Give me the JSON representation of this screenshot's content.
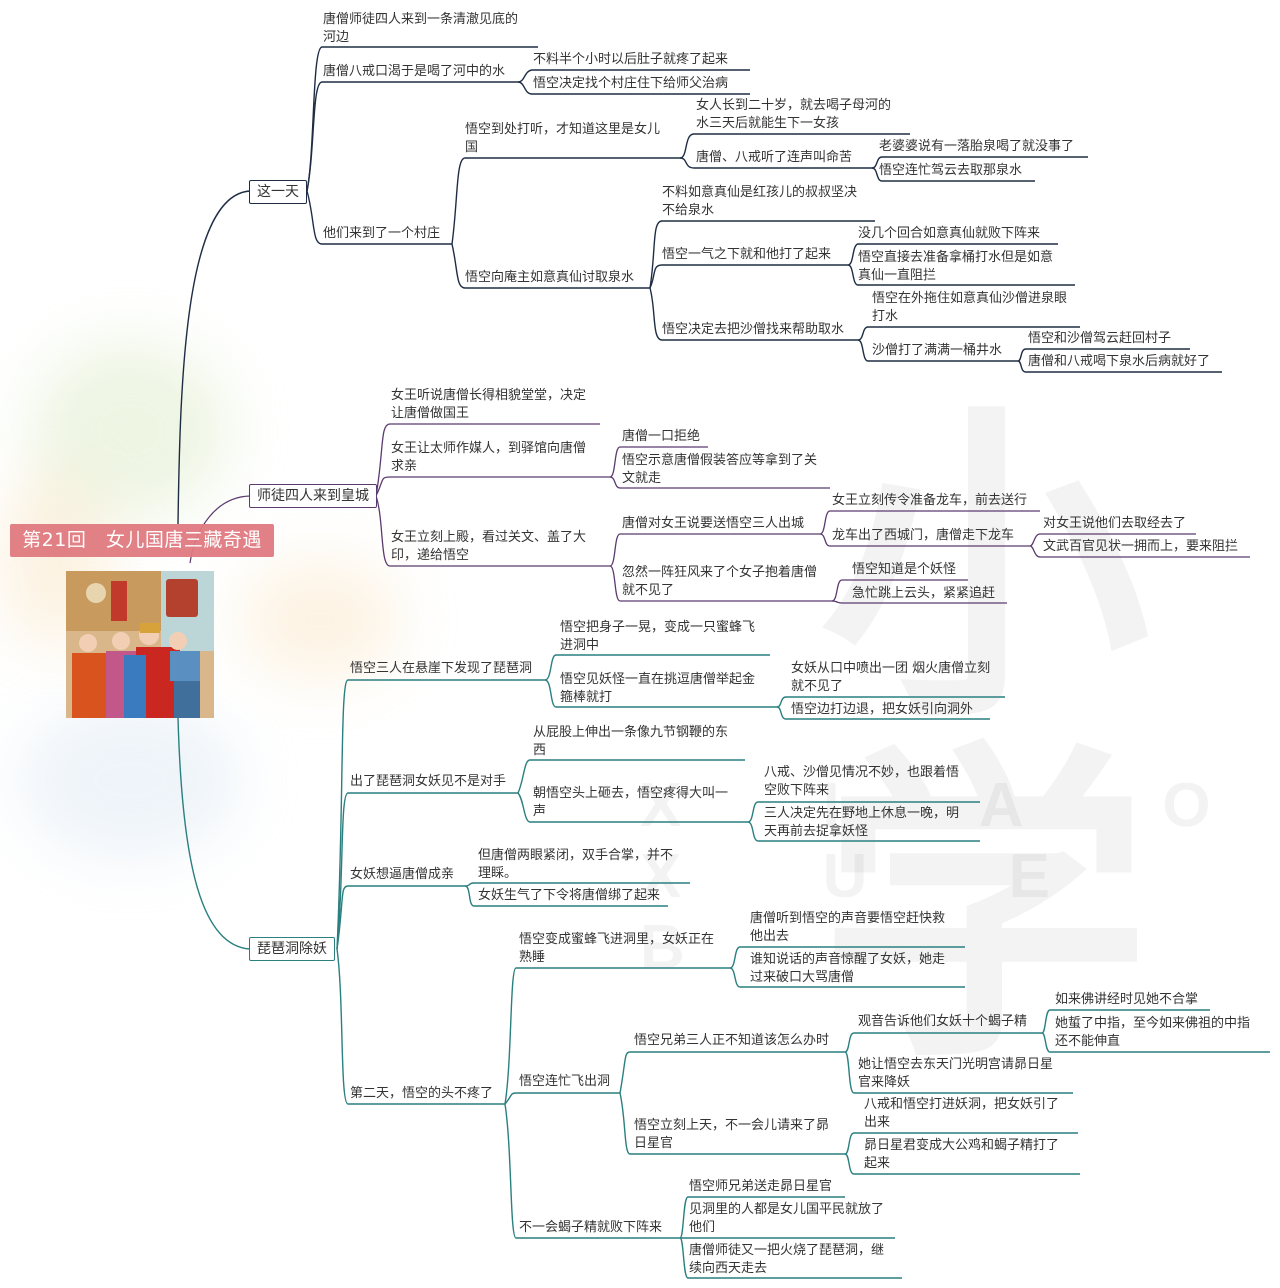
{
  "title": "第21回　女儿国唐三藏奇遇",
  "image": {
    "alt": "女儿国插图"
  },
  "colors": {
    "root_bg": "#e07a80",
    "branch1": "#1f2d44",
    "branch2": "#5b3a6e",
    "branch3": "#2a7f7f"
  },
  "watermark": {
    "text": "小学",
    "subtext": "X I A O X U E B"
  },
  "branches": [
    {
      "label": "这一天",
      "children": [
        {
          "text": "唐僧师徒四人来到一条清澈见底的\n河边"
        },
        {
          "text": "唐僧八戒口渴于是喝了河中的水",
          "children": [
            {
              "text": "不料半个小时以后肚子就疼了起来"
            },
            {
              "text": "悟空决定找个村庄住下给师父治病"
            }
          ]
        },
        {
          "text": "他们来到了一个村庄",
          "children": [
            {
              "text": "悟空到处打听，才知道这里是女儿\n国",
              "children": [
                {
                  "text": "女人长到二十岁，就去喝子母河的\n水三天后就能生下一女孩"
                },
                {
                  "text": "唐僧、八戒听了连声叫命苦",
                  "children": [
                    {
                      "text": "老婆婆说有一落胎泉喝了就没事了"
                    },
                    {
                      "text": "悟空连忙驾云去取那泉水"
                    }
                  ]
                }
              ]
            },
            {
              "text": "悟空向庵主如意真仙讨取泉水",
              "children": [
                {
                  "text": "不料如意真仙是红孩儿的叔叔坚决\n不给泉水"
                },
                {
                  "text": "悟空一气之下就和他打了起来",
                  "children": [
                    {
                      "text": "没几个回合如意真仙就败下阵来"
                    },
                    {
                      "text": "悟空直接去准备拿桶打水但是如意\n真仙一直阻拦"
                    }
                  ]
                },
                {
                  "text": "悟空决定去把沙僧找来帮助取水",
                  "children": [
                    {
                      "text": "悟空在外拖住如意真仙沙僧进泉眼\n打水"
                    },
                    {
                      "text": "沙僧打了满满一桶井水",
                      "children": [
                        {
                          "text": "悟空和沙僧驾云赶回村子"
                        },
                        {
                          "text": "唐僧和八戒喝下泉水后病就好了"
                        }
                      ]
                    }
                  ]
                }
              ]
            }
          ]
        }
      ]
    },
    {
      "label": "师徒四人来到皇城",
      "children": [
        {
          "text": "女王听说唐僧长得相貌堂堂，决定\n让唐僧做国王"
        },
        {
          "text": "女王让太师作媒人，到驿馆向唐僧\n求亲",
          "children": [
            {
              "text": "唐僧一口拒绝"
            },
            {
              "text": "悟空示意唐僧假装答应等拿到了关\n文就走"
            }
          ]
        },
        {
          "text": "女王立刻上殿，看过关文、盖了大\n印，递给悟空",
          "children": [
            {
              "text": "唐僧对女王说要送悟空三人出城",
              "children": [
                {
                  "text": "女王立刻传令准备龙车，前去送行"
                },
                {
                  "text": "龙车出了西城门，唐僧走下龙车",
                  "children": [
                    {
                      "text": "对女王说他们去取经去了"
                    },
                    {
                      "text": "文武百官见状一拥而上，要来阻拦"
                    }
                  ]
                }
              ]
            },
            {
              "text": "忽然一阵狂风来了个女子抱着唐僧\n就不见了",
              "children": [
                {
                  "text": "悟空知道是个妖怪"
                },
                {
                  "text": "急忙跳上云头，紧紧追赶"
                }
              ]
            }
          ]
        }
      ]
    },
    {
      "label": "琵琶洞除妖",
      "children": [
        {
          "text": "悟空三人在悬崖下发现了琵琶洞",
          "children": [
            {
              "text": "悟空把身子一晃，变成一只蜜蜂飞\n进洞中"
            },
            {
              "text": "悟空见妖怪一直在挑逗唐僧举起金\n箍棒就打",
              "children": [
                {
                  "text": "女妖从口中喷出一团 烟火唐僧立刻\n就不见了"
                },
                {
                  "text": "悟空边打边退，把女妖引向洞外"
                }
              ]
            }
          ]
        },
        {
          "text": "出了琵琶洞女妖见不是对手",
          "children": [
            {
              "text": "从屁股上伸出一条像九节钢鞭的东\n西"
            },
            {
              "text": "朝悟空头上砸去，悟空疼得大叫一\n声",
              "children": [
                {
                  "text": "八戒、沙僧见情况不妙，也跟着悟\n空败下阵来"
                },
                {
                  "text": "三人决定先在野地上休息一晚，明\n天再前去捉拿妖怪"
                }
              ]
            }
          ]
        },
        {
          "text": "女妖想逼唐僧成亲",
          "children": [
            {
              "text": "但唐僧两眼紧闭，双手合掌，并不\n理睬。"
            },
            {
              "text": "女妖生气了下令将唐僧绑了起来"
            }
          ]
        },
        {
          "text": "第二天，悟空的头不疼了",
          "children": [
            {
              "text": "悟空变成蜜蜂飞进洞里，女妖正在\n熟睡",
              "children": [
                {
                  "text": "唐僧听到悟空的声音要悟空赶快救\n他出去"
                },
                {
                  "text": "谁知说话的声音惊醒了女妖，她走\n过来破口大骂唐僧"
                }
              ]
            },
            {
              "text": "悟空连忙飞出洞",
              "children": [
                {
                  "text": "悟空兄弟三人正不知道该怎么办时",
                  "children": [
                    {
                      "text": "观音告诉他们女妖十个蝎子精",
                      "children": [
                        {
                          "text": "如来佛讲经时见她不合掌"
                        },
                        {
                          "text": "她蜇了中指，至今如来佛祖的中指\n还不能伸直"
                        }
                      ]
                    },
                    {
                      "text": "她让悟空去东天门光明宫请昴日星\n官来降妖"
                    }
                  ]
                },
                {
                  "text": "悟空立刻上天，不一会儿请来了昴\n日星官",
                  "children": [
                    {
                      "text": "八戒和悟空打进妖洞，把女妖引了\n出来"
                    },
                    {
                      "text": "昴日星君变成大公鸡和蝎子精打了\n起来"
                    }
                  ]
                }
              ]
            },
            {
              "text": "不一会蝎子精就败下阵来",
              "children": [
                {
                  "text": "悟空师兄弟送走昴日星官"
                },
                {
                  "text": "见洞里的人都是女儿国平民就放了\n他们"
                },
                {
                  "text": "唐僧师徒又一把火烧了琵琶洞，继\n续向西天走去"
                }
              ]
            }
          ]
        }
      ]
    }
  ]
}
